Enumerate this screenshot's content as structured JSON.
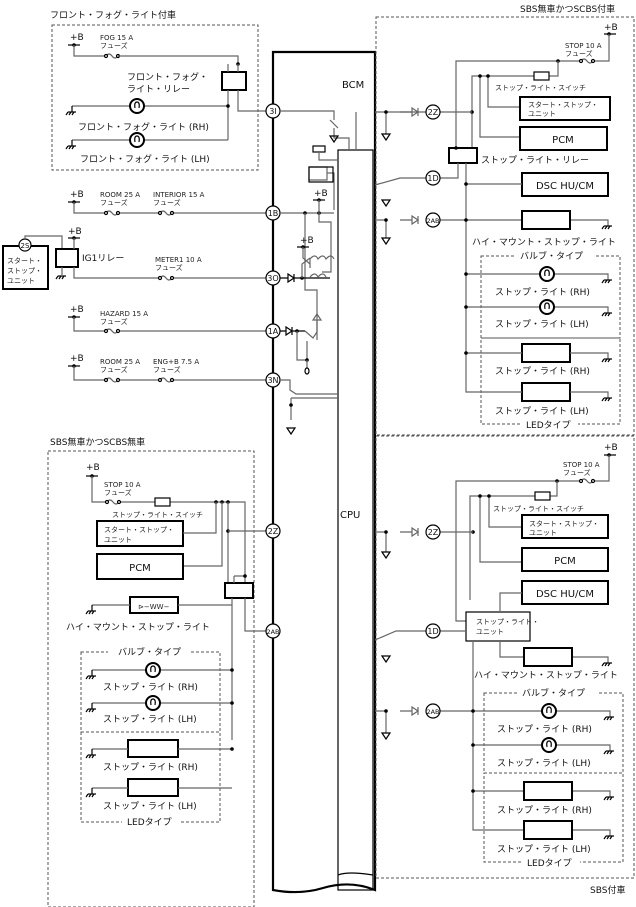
{
  "diagram": {
    "module": {
      "name": "BCM",
      "cpu": "CPU"
    },
    "sections": {
      "front_fog": "フロント・フォグ・ライト付車",
      "sbs_no_scbs_yes": "SBS無車かつSCBS付車",
      "sbs_no_scbs_no": "SBS無車かつSCBS無車",
      "sbs_yes": "SBS付車"
    },
    "power": "+B",
    "fuse_word": "フューズ",
    "fuses": {
      "fog": "FOG 15 A",
      "room": "ROOM 25 A",
      "interior": "INTERIOR 15 A",
      "meter1": "METER1 10 A",
      "hazard": "HAZARD 15 A",
      "room2": "ROOM 25 A",
      "eng_b": "ENG+B 7.5 A",
      "stop": "STOP 10 A"
    },
    "connectors": {
      "c3I": "3I",
      "c1B": "1B",
      "c3O": "3O",
      "c1A": "1A",
      "c3N": "3N",
      "c2Z": "2Z",
      "c1D": "1D",
      "c2AB": "2AB",
      "c2S": "2S"
    },
    "components": {
      "fog_relay_l1": "フロント・フォグ・",
      "fog_relay_l2": "ライト・リレー",
      "fog_rh": "フロント・フォグ・ライト (RH)",
      "fog_lh": "フロント・フォグ・ライト (LH)",
      "ig1_relay": "IG1リレー",
      "start_stop_unit_l1": "スタート・",
      "start_stop_unit_l2": "ストップ・",
      "start_stop_unit_l3": "ユニット",
      "ssu_box_l1": "スタート・ストップ・",
      "ssu_box_l2": "ユニット",
      "stop_switch": "ストップ・ライト・スイッチ",
      "pcm": "PCM",
      "stop_relay": "ストップ・ライト・リレー",
      "dsc": "DSC HU/CM",
      "high_mount": "ハイ・マウント・ストップ・ライト",
      "bulb_type": "バルブ・タイプ",
      "led_type": "LEDタイプ",
      "stop_rh": "ストップ・ライト (RH)",
      "stop_lh": "ストップ・ライト (LH)",
      "stop_unit_l1": "ストップ・ライト・",
      "stop_unit_l2": "ユニット"
    }
  }
}
